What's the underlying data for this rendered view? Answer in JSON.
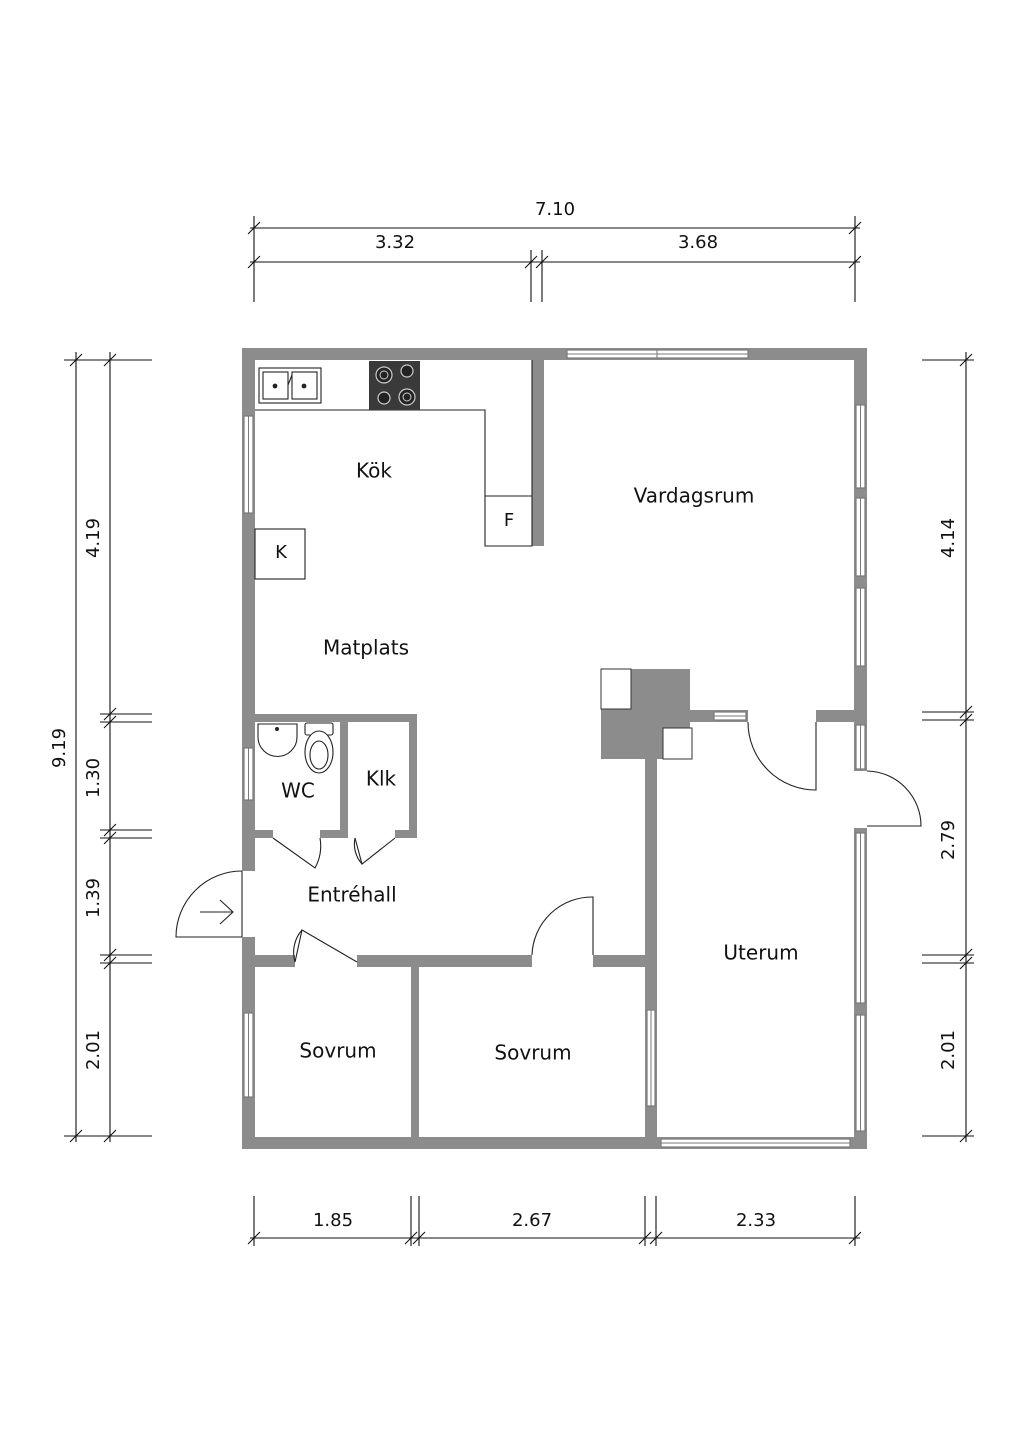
{
  "rooms": {
    "kok": "Kök",
    "vardagsrum": "Vardagsrum",
    "matplats": "Matplats",
    "wc": "WC",
    "klk": "Klk",
    "entrehall": "Entréhall",
    "uterum": "Uterum",
    "sovrum1": "Sovrum",
    "sovrum2": "Sovrum"
  },
  "fixtures": {
    "fridge": "F",
    "freezer": "K"
  },
  "dimensions": {
    "top_total": "7.10",
    "top_left": "3.32",
    "top_right": "3.68",
    "bottom_1": "1.85",
    "bottom_2": "2.67",
    "bottom_3": "2.33",
    "left_total": "9.19",
    "left_1": "4.19",
    "left_2": "1.30",
    "left_3": "1.39",
    "left_4": "2.01",
    "right_1": "4.14",
    "right_2": "2.79",
    "right_3": "2.01"
  }
}
